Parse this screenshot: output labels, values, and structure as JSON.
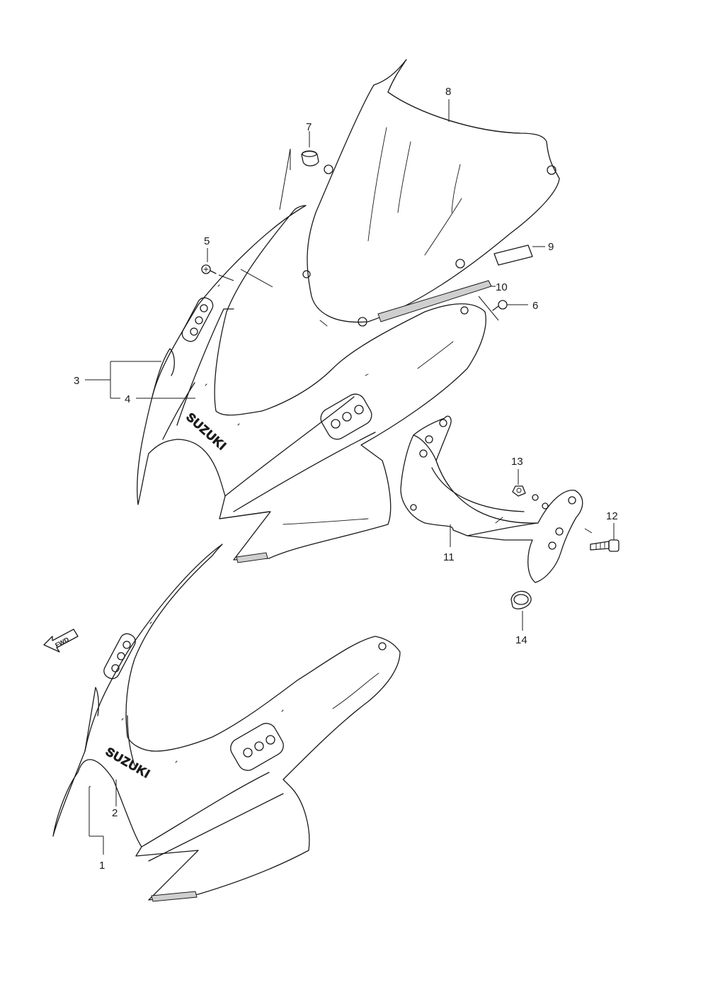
{
  "brand": "SUZUKI",
  "fwd_label": "FWD",
  "callouts": {
    "p1": "1",
    "p2": "2",
    "p3": "3",
    "p4": "4",
    "p5": "5",
    "p6": "6",
    "p7": "7",
    "p8": "8",
    "p9": "9",
    "p10": "10",
    "p11": "11",
    "p12": "12",
    "p13": "13",
    "p14": "14"
  }
}
